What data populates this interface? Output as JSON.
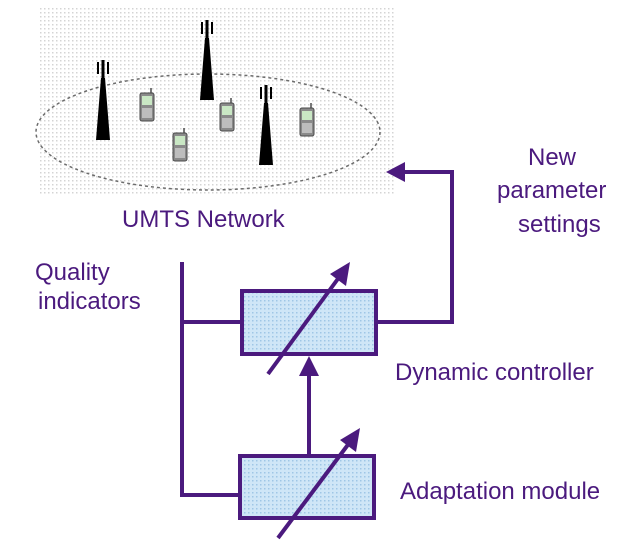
{
  "labels": {
    "network": "UMTS Network",
    "quality_indicators": [
      "Quality",
      "indicators"
    ],
    "new_parameter_settings": [
      "New",
      "parameter",
      "settings"
    ],
    "dynamic_controller": "Dynamic controller",
    "adaptation_module": "Adaptation module"
  },
  "colors": {
    "line": "#4b1a7e",
    "text": "#4b1a7e",
    "box_fill": "#cfe6f7",
    "network_dots": "#d4d4d4",
    "tower": "#000000",
    "phone": "#7a7a7a"
  },
  "icons": [
    "cell-tower-icon",
    "mobile-phone-icon"
  ]
}
